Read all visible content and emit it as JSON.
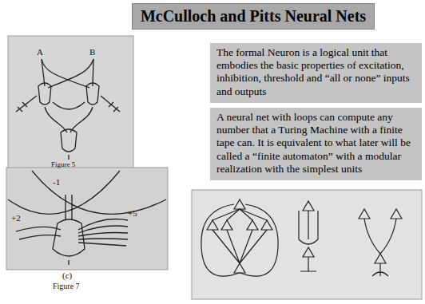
{
  "diagram": {
    "title": "McCulloch and Pitts Neural Nets",
    "nodes": [
      {
        "text": [
          "The formal Neuron is a logical unit that embodies the basic properties of excitation, inhibition, threshold and “all or none” inputs and outputs"
        ]
      },
      {
        "text": [
          "A neural net with loops can compute any number that a Turing Machine with a finite tape can. It is equivalent to what later will be called a “finite automaton” with a modular realization with the simplest units"
        ]
      }
    ],
    "labels": [
      "A",
      "B",
      "Figure 5",
      "-1",
      "+2",
      "+5",
      "(c)",
      "Figure 7"
    ]
  }
}
